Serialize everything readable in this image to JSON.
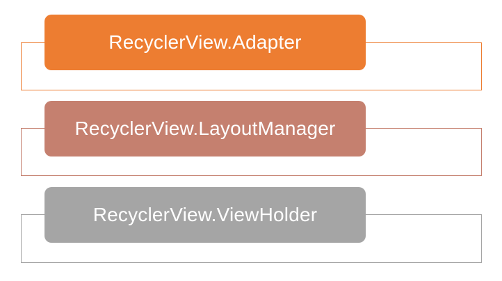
{
  "items": [
    {
      "label": "RecyclerView.Adapter",
      "fill_color": "#ED7D31",
      "border_color": "#ED7D31"
    },
    {
      "label": "RecyclerView.LayoutManager",
      "fill_color": "#C5806F",
      "border_color": "#C5806F"
    },
    {
      "label": "RecyclerView.ViewHolder",
      "fill_color": "#A5A5A5",
      "border_color": "#A5A5A5"
    }
  ]
}
